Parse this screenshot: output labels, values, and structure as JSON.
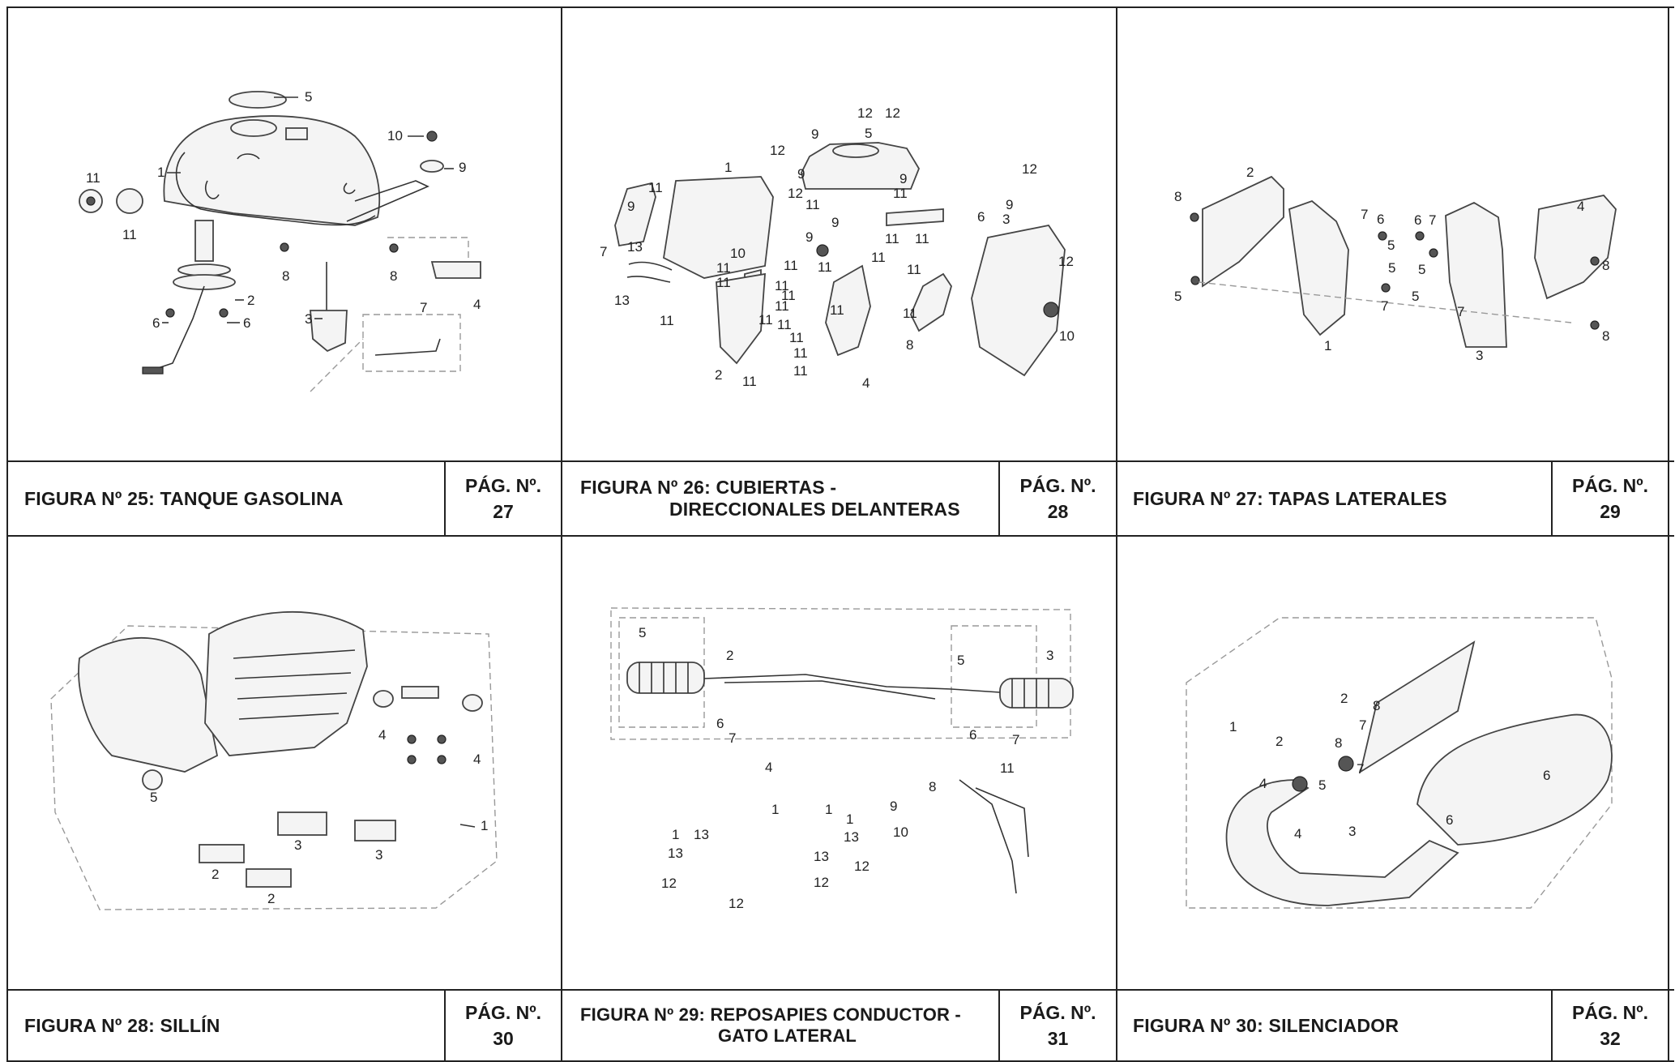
{
  "figures": [
    {
      "caption": "FIGURA Nº 25: TANQUE GASOLINA",
      "page_label": "PÁG. Nº.",
      "page_num": "27"
    },
    {
      "caption_line1": "FIGURA Nº 26: CUBIERTAS -",
      "caption_line2": "DIRECCIONALES DELANTERAS",
      "page_label": "PÁG. Nº.",
      "page_num": "28"
    },
    {
      "caption": "FIGURA Nº 27: TAPAS LATERALES",
      "page_label": "PÁG. Nº.",
      "page_num": "29"
    },
    {
      "caption": "FIGURA Nº 28: SILLÍN",
      "page_label": "PÁG. Nº.",
      "page_num": "30"
    },
    {
      "caption_line1": "FIGURA Nº 29: REPOSAPIES CONDUCTOR -",
      "caption_line2": "GATO LATERAL",
      "page_label": "PÁG. Nº.",
      "page_num": "31"
    },
    {
      "caption": "FIGURA Nº 30: SILENCIADOR",
      "page_label": "PÁG. Nº.",
      "page_num": "32"
    }
  ],
  "callouts": {
    "fig25": [
      "5",
      "10",
      "9",
      "11",
      "11",
      "1",
      "2",
      "6",
      "6",
      "8",
      "8",
      "3",
      "7",
      "4"
    ],
    "fig26": [
      "12",
      "12",
      "5",
      "9",
      "12",
      "9",
      "12",
      "9",
      "9",
      "11",
      "11",
      "9",
      "9",
      "6",
      "11",
      "11",
      "11",
      "11",
      "1",
      "7",
      "13",
      "13",
      "10",
      "11",
      "11",
      "11",
      "11",
      "11",
      "11",
      "11",
      "11",
      "11",
      "11",
      "11",
      "11",
      "2",
      "11",
      "11",
      "4",
      "8",
      "3",
      "12",
      "10"
    ],
    "fig27": [
      "2",
      "8",
      "5",
      "7",
      "6",
      "5",
      "5",
      "7",
      "6",
      "7",
      "5",
      "5",
      "4",
      "8",
      "8",
      "1",
      "3",
      "7"
    ],
    "fig28": [
      "4",
      "4",
      "5",
      "3",
      "3",
      "2",
      "2",
      "1"
    ],
    "fig29": [
      "5",
      "2",
      "5",
      "3",
      "6",
      "7",
      "6",
      "7",
      "4",
      "11",
      "8",
      "9",
      "10",
      "1",
      "1",
      "1",
      "13",
      "13",
      "13",
      "13",
      "1",
      "12",
      "12",
      "12",
      "12"
    ],
    "fig30": [
      "2",
      "8",
      "7",
      "1",
      "2",
      "8",
      "7",
      "6",
      "4",
      "5",
      "3",
      "6",
      "4"
    ]
  }
}
